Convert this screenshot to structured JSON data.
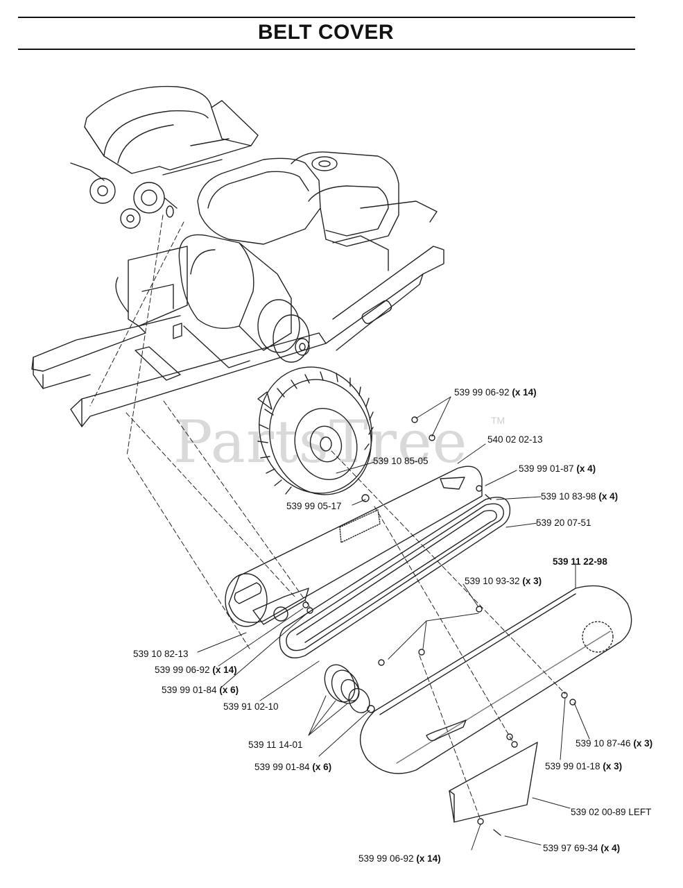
{
  "title": "BELT COVER",
  "watermark": {
    "text": "PartsTree",
    "tm": "TM"
  },
  "parts": [
    {
      "id": "p1",
      "number": "539 99 06-92",
      "qty": "(x 14)"
    },
    {
      "id": "p2",
      "number": "540 02 02-13",
      "qty": ""
    },
    {
      "id": "p3",
      "number": "539 10 85-05",
      "qty": ""
    },
    {
      "id": "p4",
      "number": "539 99 01-87",
      "qty": "(x 4)"
    },
    {
      "id": "p5",
      "number": "539 10 83-98",
      "qty": "(x 4)"
    },
    {
      "id": "p6",
      "number": "539 99 05-17",
      "qty": ""
    },
    {
      "id": "p7",
      "number": "539 20 07-51",
      "qty": ""
    },
    {
      "id": "p8",
      "number": "539 11 22-98",
      "qty": ""
    },
    {
      "id": "p9",
      "number": "539 10 93-32",
      "qty": "(x 3)"
    },
    {
      "id": "p10",
      "number": "539 10 82-13",
      "qty": ""
    },
    {
      "id": "p11",
      "number": "539 99 06-92",
      "qty": "(x 14)"
    },
    {
      "id": "p12",
      "number": "539 99 01-84",
      "qty": "(x 6)"
    },
    {
      "id": "p13",
      "number": "539 91 02-10",
      "qty": ""
    },
    {
      "id": "p14",
      "number": "539 11 14-01",
      "qty": ""
    },
    {
      "id": "p15",
      "number": "539 10 87-46",
      "qty": "(x 3)"
    },
    {
      "id": "p16",
      "number": "539 99 01-84",
      "qty": "(x 6)"
    },
    {
      "id": "p17",
      "number": "539 99 01-18",
      "qty": "(x 3)"
    },
    {
      "id": "p18",
      "number": "539 02 00-89 LEFT",
      "qty": ""
    },
    {
      "id": "p19",
      "number": "539 97 69-34",
      "qty": "(x 4)"
    },
    {
      "id": "p20",
      "number": "539 99 06-92",
      "qty": "(x 14)"
    }
  ]
}
